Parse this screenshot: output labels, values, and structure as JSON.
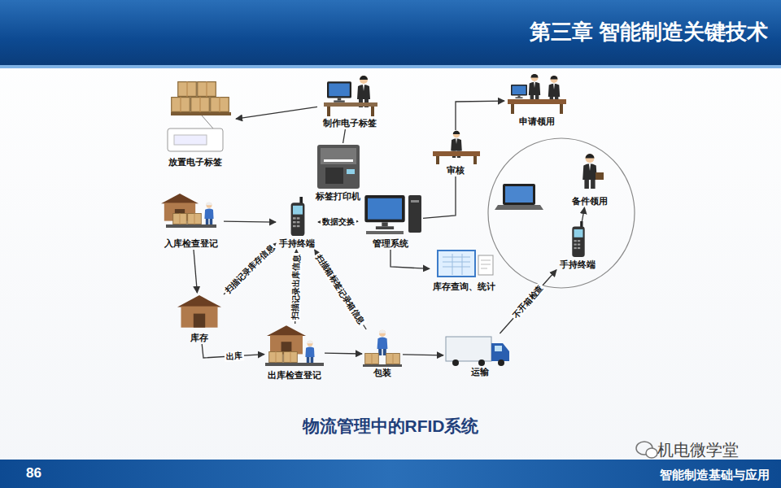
{
  "diagram": {
    "title": "第三章 智能制造关键技术",
    "caption": "物流管理中的RFID系统",
    "nodes": [
      {
        "text": [
          "放置电子标签"
        ]
      },
      {
        "text": [
          "制作电子标签"
        ]
      },
      {
        "text": [
          "标签打印机"
        ]
      },
      {
        "text": [
          "入库检查登记"
        ]
      },
      {
        "text": [
          "手持终端"
        ]
      },
      {
        "text": [
          "管理系统"
        ]
      },
      {
        "text": [
          "审核"
        ]
      },
      {
        "text": [
          "申请领用"
        ]
      },
      {
        "text": [
          "备件领用"
        ]
      },
      {
        "text": [
          "手持终端"
        ]
      },
      {
        "text": [
          "库存查询、统计"
        ]
      },
      {
        "text": [
          "库存"
        ]
      },
      {
        "text": [
          "出库检查登记"
        ]
      },
      {
        "text": [
          "包装"
        ]
      },
      {
        "text": [
          "运输"
        ]
      }
    ],
    "edges": [
      {
        "from": 1,
        "to": 0,
        "arrow": "to"
      },
      {
        "from": 2,
        "to": 1,
        "arrow": "none"
      },
      {
        "from": 3,
        "to": 4,
        "arrow": "to"
      },
      {
        "from": 4,
        "to": 5,
        "label": "数据交换",
        "arrow": "both"
      },
      {
        "from": 5,
        "to": 6,
        "arrow": "none"
      },
      {
        "from": 6,
        "to": 7,
        "arrow": "to"
      },
      {
        "from": 5,
        "to": 10,
        "arrow": "to"
      },
      {
        "from": 3,
        "to": 11,
        "arrow": "to"
      },
      {
        "from": 11,
        "to": 12,
        "label": "出库",
        "arrow": "to"
      },
      {
        "from": 12,
        "to": 13,
        "arrow": "to"
      },
      {
        "from": 13,
        "to": 14,
        "arrow": "to"
      },
      {
        "from": 14,
        "to": 9,
        "label": "不开箱检查",
        "arrow": "to"
      },
      {
        "from": 9,
        "to": 8,
        "arrow": "to"
      },
      {
        "from": 11,
        "to": 4,
        "label": "扫描记录库存信息",
        "arrow": "to"
      },
      {
        "from": 12,
        "to": 4,
        "label": "扫描记录出库信息",
        "arrow": "to"
      },
      {
        "from": 13,
        "to": 4,
        "label": "扫描箱标签记录箱信息",
        "arrow": "to"
      }
    ],
    "labels": [
      "86",
      "机电微学堂",
      "智能制造基础与应用"
    ]
  }
}
